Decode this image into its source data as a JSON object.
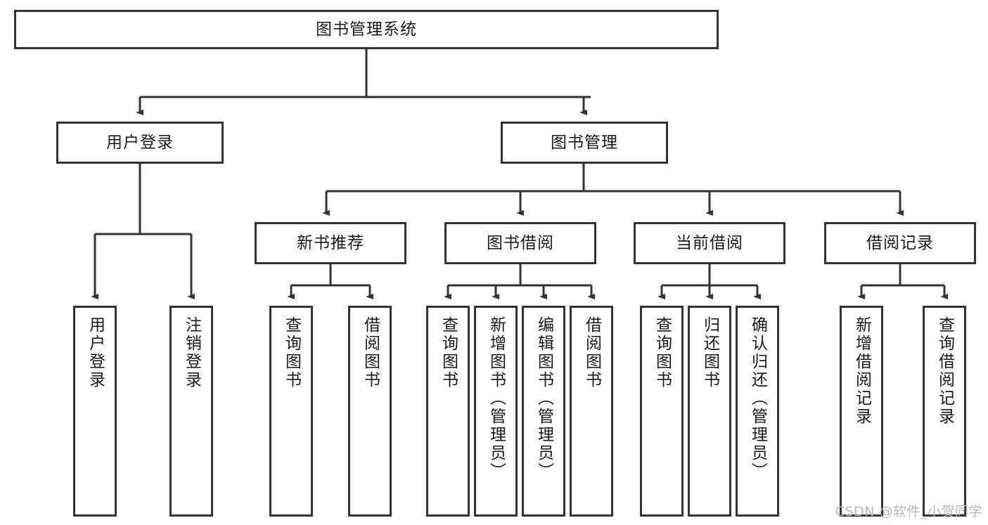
{
  "diagram": {
    "title": "图书管理系统",
    "watermark": "CSDN @软件_小贺同学",
    "colors": {
      "stroke": "#333333",
      "fill": "#ffffff",
      "text": "#1a1a1a",
      "watermark": "#b9b9b9"
    },
    "nodes": {
      "root": "图书管理系统",
      "level1": [
        "用户登录",
        "图书管理"
      ],
      "level2": [
        "新书推荐",
        "图书借阅",
        "当前借阅",
        "借阅记录"
      ],
      "login_children": [
        "用户登录",
        "注销登录"
      ],
      "recommend_children": [
        "查询图书",
        "借阅图书"
      ],
      "borrow_children": [
        "查询图书",
        "新增图书（管理员）",
        "编辑图书（管理员）",
        "借阅图书"
      ],
      "current_children": [
        "查询图书",
        "归还图书",
        "确认归还（管理员）"
      ],
      "record_children": [
        "新增借阅记录",
        "查询借阅记录"
      ]
    }
  }
}
